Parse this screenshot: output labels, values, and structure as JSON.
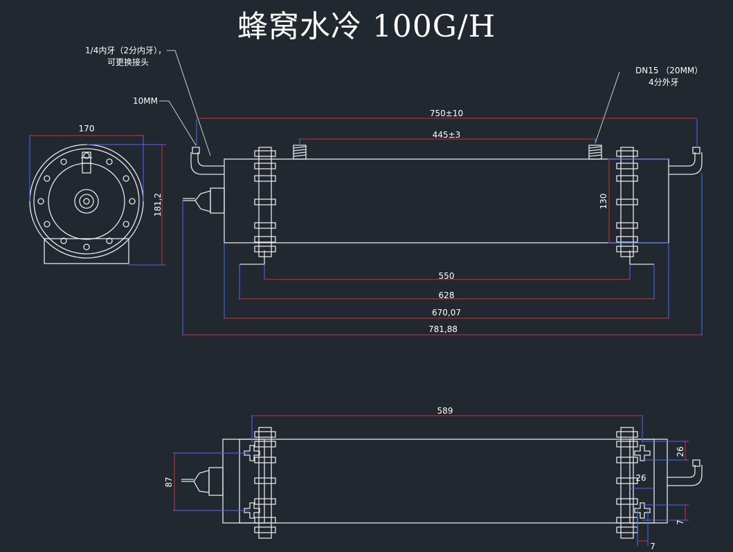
{
  "title": "蜂窝水冷 100G/H",
  "notes": {
    "inlet_line1": "1/4内牙（2分内牙），",
    "inlet_line2": "可更换接头",
    "pipe": "10MM",
    "outlet_line1": "DN15 （20MM）",
    "outlet_line2": "4分外牙"
  },
  "dimensions": {
    "d750": "750±10",
    "d445": "445±3",
    "d170": "170",
    "d181": "181,2",
    "d130": "130",
    "d550": "550",
    "d628": "628",
    "d670": "670,07",
    "d781": "781,88",
    "d589": "589",
    "d87": "87",
    "d26a": "26",
    "d26b": "26",
    "d7a": "7",
    "d7b": "7"
  },
  "colors": {
    "background": "#212830",
    "outline": "#e8e8e8",
    "dimension_line": "#d83030",
    "extension_line": "#4a6aff"
  }
}
